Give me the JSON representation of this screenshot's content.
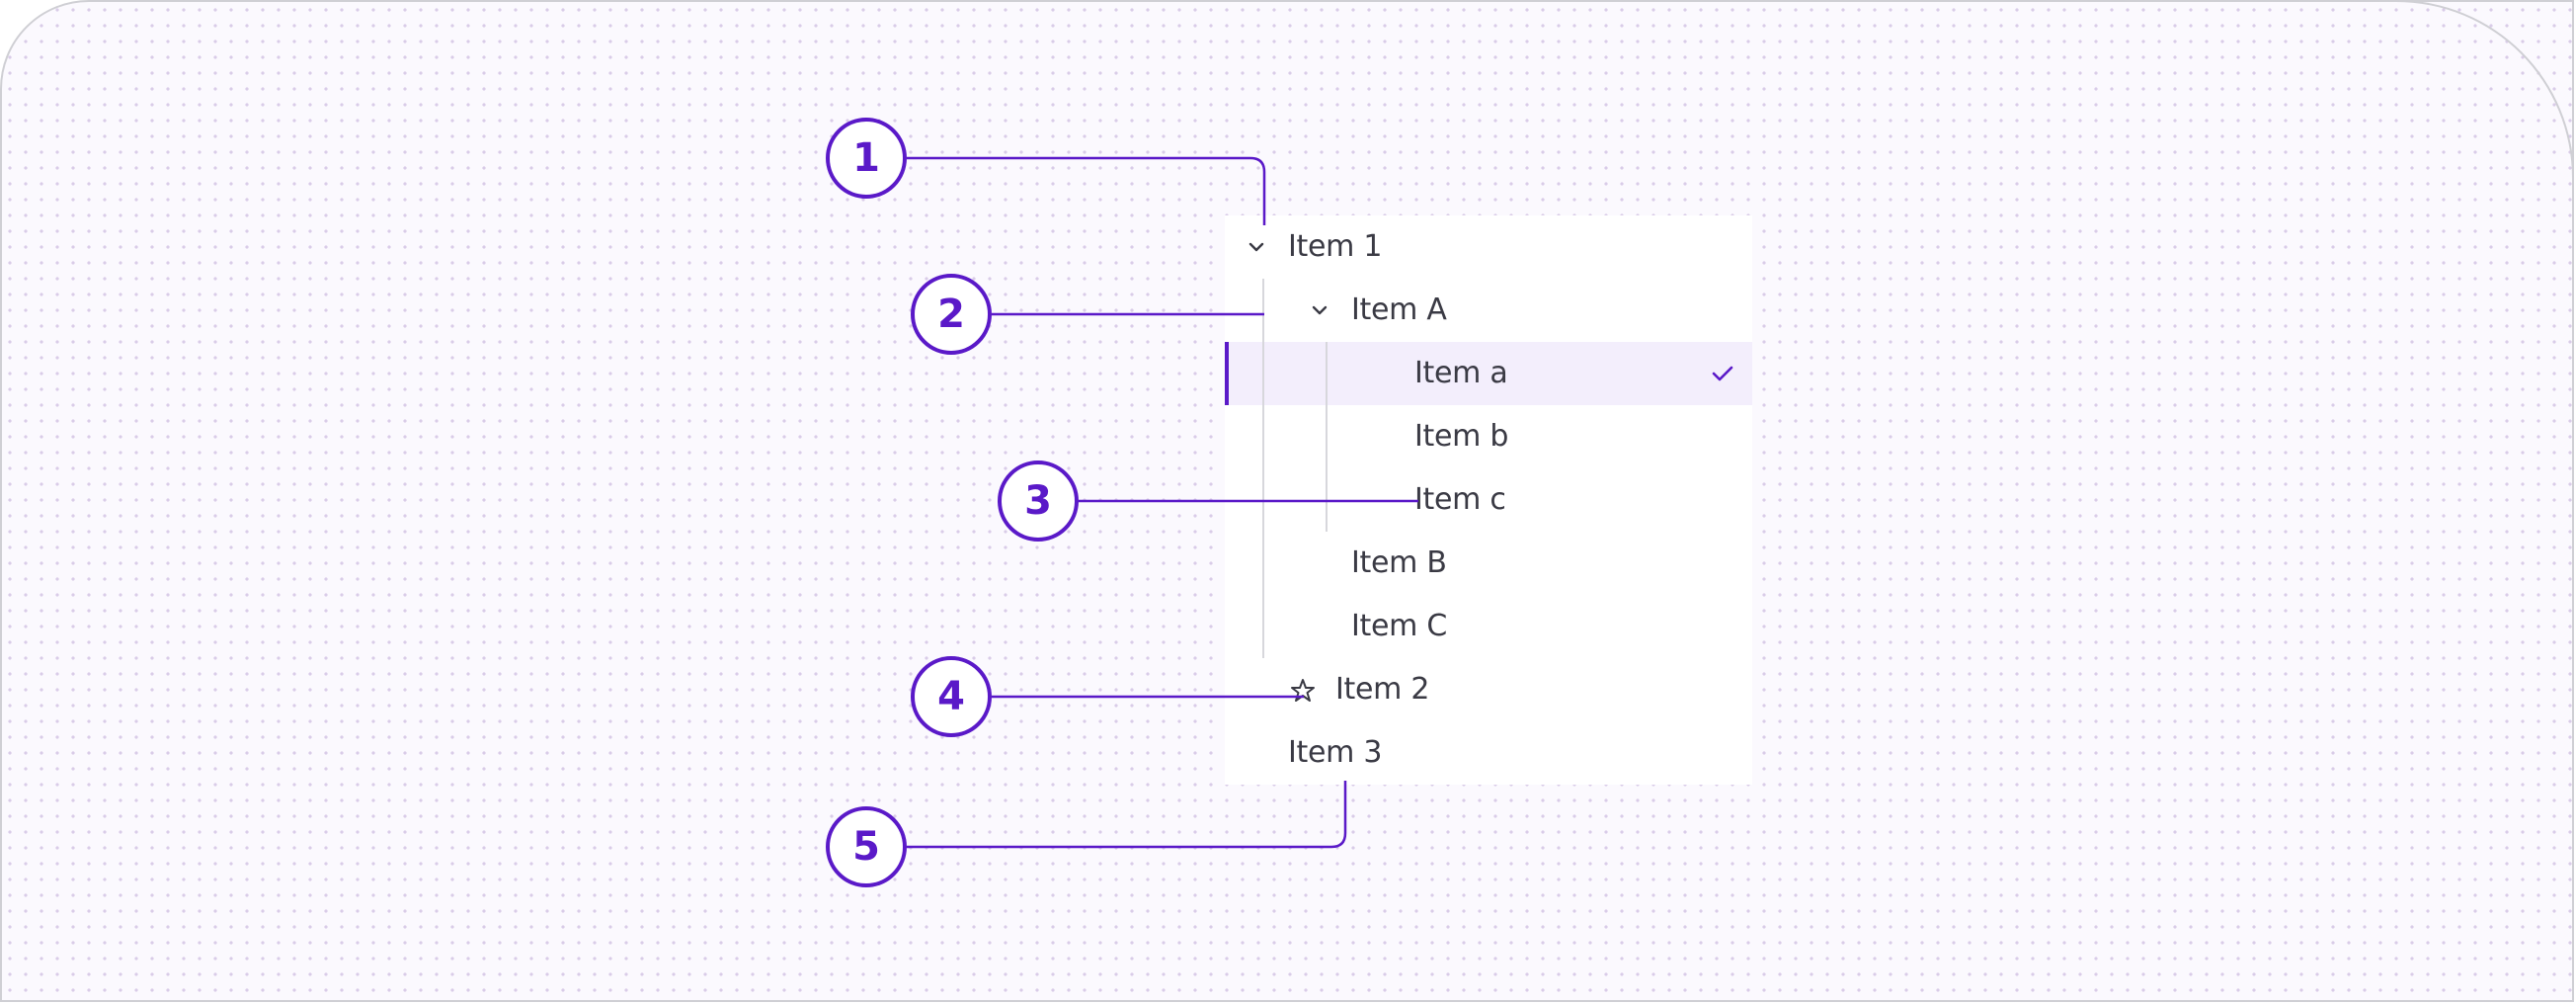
{
  "colors": {
    "accent": "#5a19c8",
    "text": "#3a3a44",
    "selected_bg": "#f3eefc",
    "guide": "#d7d7dc"
  },
  "tree": {
    "items": [
      {
        "id": "item-1",
        "label": "Item 1",
        "icon": "chevron-down-icon",
        "level": 0,
        "expanded": true
      },
      {
        "id": "item-a-upper",
        "label": "Item A",
        "icon": "chevron-down-icon",
        "level": 1,
        "expanded": true
      },
      {
        "id": "item-a-lower",
        "label": "Item a",
        "level": 2,
        "selected": true,
        "trailing_icon": "check-icon"
      },
      {
        "id": "item-b-lower",
        "label": "Item b",
        "level": 2
      },
      {
        "id": "item-c-lower",
        "label": "Item c",
        "level": 2
      },
      {
        "id": "item-b-upper",
        "label": "Item B",
        "level": 1
      },
      {
        "id": "item-c-upper",
        "label": "Item C",
        "level": 1
      },
      {
        "id": "item-2",
        "label": "Item 2",
        "icon": "star-icon",
        "level": 0
      },
      {
        "id": "item-3",
        "label": "Item 3",
        "level": 0
      }
    ]
  },
  "callouts": [
    "1",
    "2",
    "3",
    "4",
    "5"
  ]
}
